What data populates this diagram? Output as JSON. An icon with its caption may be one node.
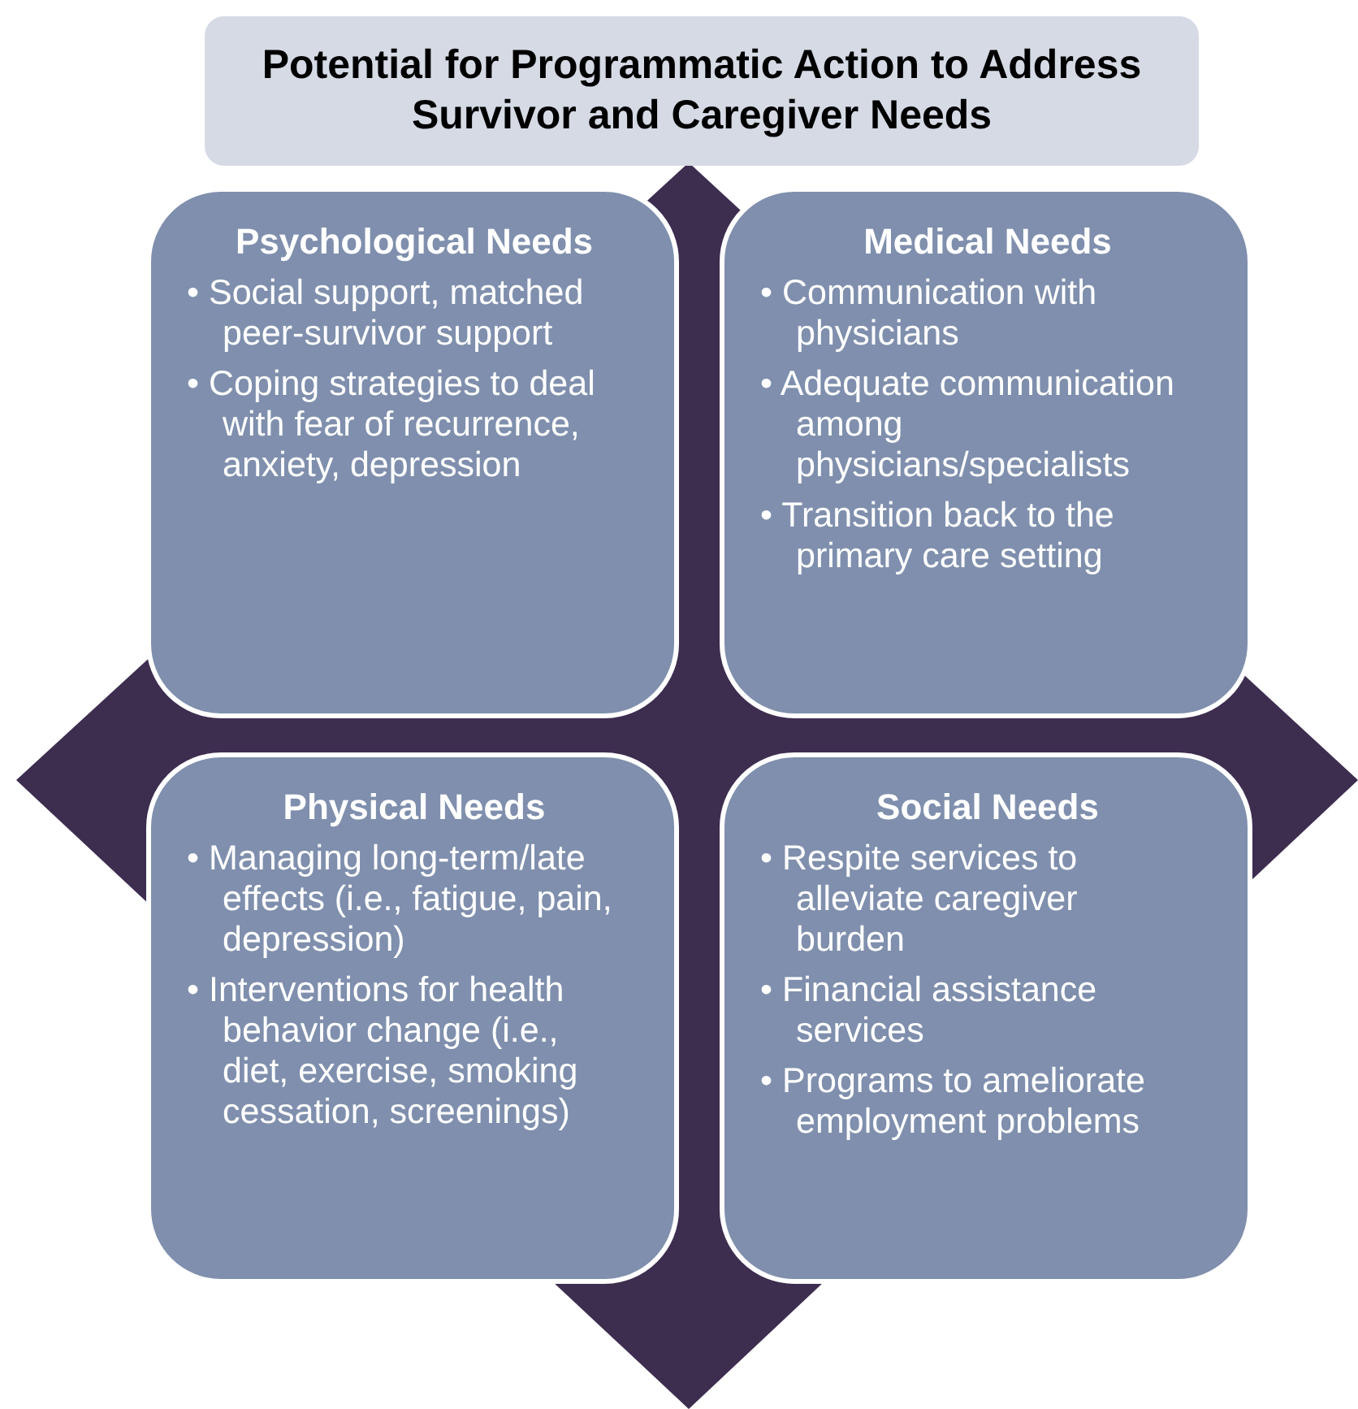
{
  "diagram": {
    "title": "Potential for Programmatic Action to Address Survivor and Caregiver Needs",
    "nodes": [
      {
        "text": [
          "Psychological Needs",
          "• Social support, matched peer-survivor support",
          "• Coping strategies to deal with fear of recurrence, anxiety, depression"
        ]
      },
      {
        "text": [
          "Medical Needs",
          "• Communication with physicians",
          "• Adequate communication among physicians/specialists",
          "• Transition back to the primary care setting"
        ]
      },
      {
        "text": [
          "Physical Needs",
          "• Managing long-term/late effects (i.e., fatigue, pain, depression)",
          "• Interventions for health behavior change (i.e., diet, exercise, smoking cessation, screenings)"
        ]
      },
      {
        "text": [
          "Social Needs",
          "• Respite services to alleviate caregiver burden",
          "• Financial assistance services",
          "• Programs to ameliorate employment problems"
        ]
      }
    ]
  }
}
